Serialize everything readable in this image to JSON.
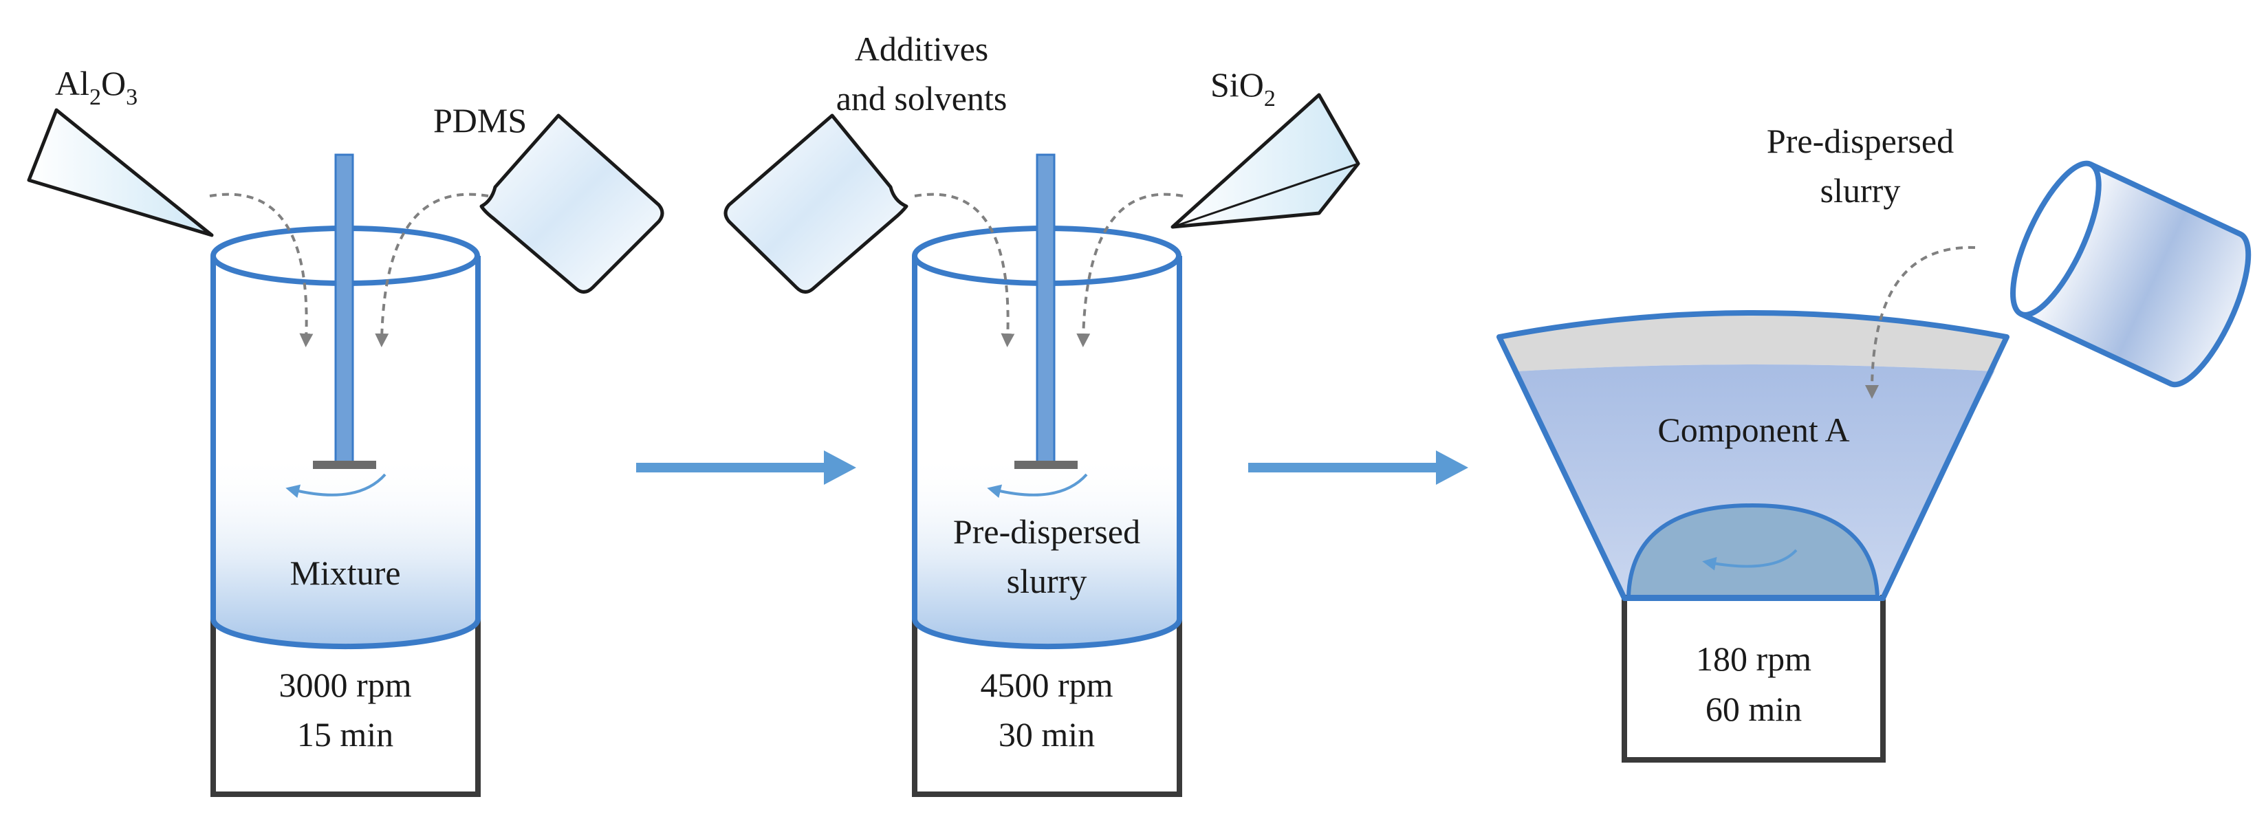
{
  "labels": {
    "al2o3": {
      "base1": "Al",
      "sub1": "2",
      "base2": "O",
      "sub2": "3"
    },
    "pdms": "PDMS",
    "additives_line1": "Additives",
    "additives_line2": "and solvents",
    "sio2": {
      "base": "SiO",
      "sub": "2"
    },
    "slurry_pour_line1": "Pre-dispersed",
    "slurry_pour_line2": "slurry"
  },
  "stages": [
    {
      "content_line1": "Mixture",
      "content_line2": "",
      "speed": "3000 rpm",
      "time": "15 min"
    },
    {
      "content_line1": "Pre-dispersed",
      "content_line2": "slurry",
      "speed": "4500 rpm",
      "time": "30 min"
    },
    {
      "content_line1": "Component A",
      "content_line2": "",
      "speed": "180 rpm",
      "time": "60 min"
    }
  ],
  "colors": {
    "vessel_outline": "#3a7bc8",
    "liquid": "#a9c7ea",
    "rod": "#6fa0d8",
    "arrow": "#5b9bd5",
    "dash": "#808080",
    "base_outline": "#3a3a3a",
    "grey_fill": "#d9d9d9",
    "dome": "#8fb1cf"
  }
}
